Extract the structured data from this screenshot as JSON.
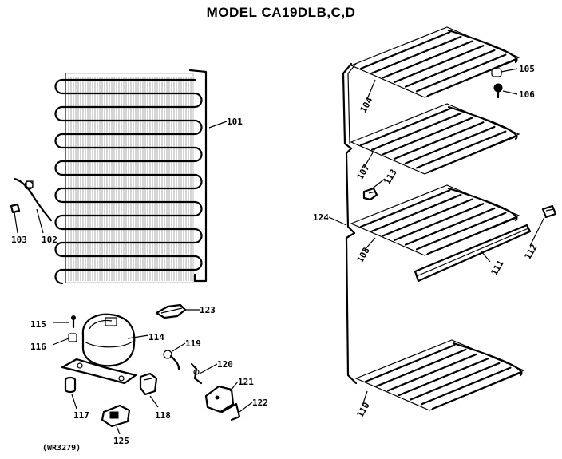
{
  "title": "MODEL CA19DLB,C,D",
  "footer_code": "(WR3279)",
  "parts": {
    "condenser": "101",
    "part_102": "102",
    "part_103": "103",
    "shelf_top": "104",
    "part_105": "105",
    "part_106": "106",
    "shelf_second": "107",
    "shelf_middle": "108",
    "shelf_bottom": "110",
    "trim_strip": "111",
    "part_112": "112",
    "part_113": "113",
    "compressor": "114",
    "part_115": "115",
    "part_116": "116",
    "part_117": "117",
    "part_118": "118",
    "part_119": "119",
    "part_120": "120",
    "part_121": "121",
    "part_122": "122",
    "part_123": "123",
    "side_tube": "124",
    "part_125": "125"
  }
}
